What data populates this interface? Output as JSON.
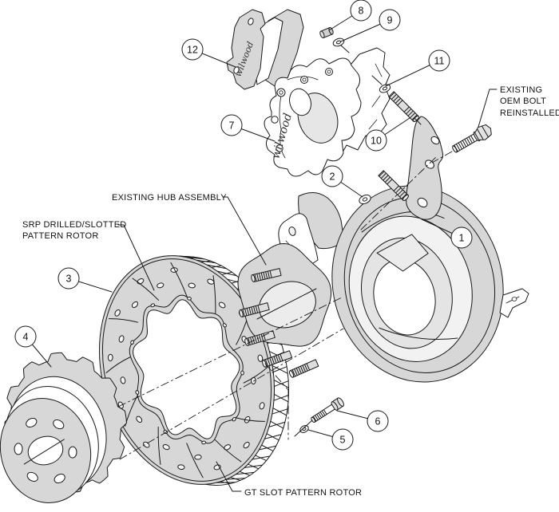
{
  "labels": {
    "oem_bolt": {
      "line1": "EXISTING",
      "line2": "OEM BOLT",
      "line3": "REINSTALLED"
    },
    "hub_assembly": "EXISTING HUB ASSEMBLY",
    "srp_rotor": {
      "line1": "SRP DRILLED/SLOTTED",
      "line2": "PATTERN ROTOR"
    },
    "gt_rotor": "GT SLOT PATTERN ROTOR"
  },
  "callout_numbers": [
    "1",
    "2",
    "3",
    "4",
    "5",
    "6",
    "7",
    "8",
    "9",
    "10",
    "11",
    "12"
  ],
  "branding": {
    "caliper_script": "wilwood",
    "pad_script": "wilwood"
  },
  "colors": {
    "line": "#1a1a1a",
    "part_fill": "#d7d7d7",
    "part_fill_light": "#ececec",
    "background": "#ffffff"
  }
}
